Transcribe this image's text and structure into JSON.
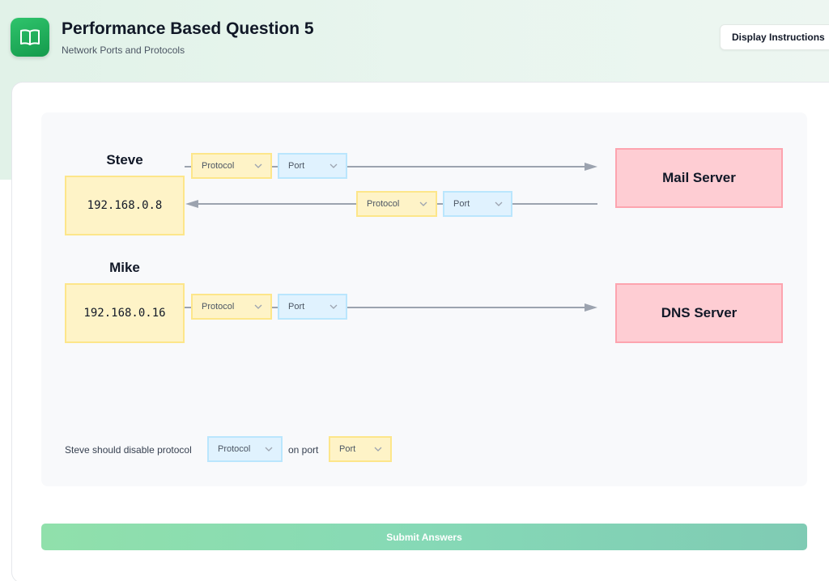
{
  "header": {
    "title": "Performance Based Question 5",
    "subtitle": "Network Ports and Protocols",
    "instructions_label": "Display Instructions",
    "icon": "book-open-icon"
  },
  "diagram": {
    "steve": {
      "name": "Steve",
      "ip": "192.168.0.8",
      "outbound": {
        "protocol": "Protocol",
        "port": "Port"
      },
      "inbound": {
        "protocol": "Protocol",
        "port": "Port"
      }
    },
    "mike": {
      "name": "Mike",
      "ip": "192.168.0.16",
      "outbound": {
        "protocol": "Protocol",
        "port": "Port"
      }
    },
    "mail_server": "Mail Server",
    "dns_server": "DNS Server"
  },
  "question": {
    "prefix": "Steve should disable protocol",
    "middle": "on port",
    "protocol": "Protocol",
    "port": "Port"
  },
  "submit_label": "Submit Answers",
  "colors": {
    "accent": "#22b35e",
    "ip_fill": "#fef3c7",
    "server_fill": "#fecdd3",
    "port_fill": "#e0f2fe"
  }
}
